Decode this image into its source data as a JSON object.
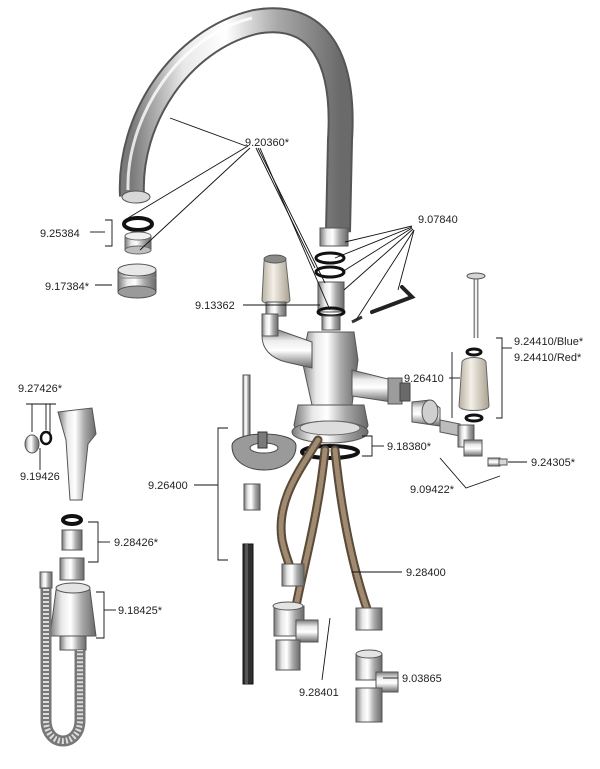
{
  "parts": {
    "spout": "9.20360*",
    "aerator_washer": "9.25384",
    "aerator_housing": "9.17384*",
    "screws": "9.07840",
    "cartridge_adapter": "9.13362",
    "handle_blue": "9.24410/Blue*",
    "handle_red": "9.24410/Red*",
    "valve_cartridge": "9.26410",
    "side_spray_head": "9.27426*",
    "side_spray_washer": "9.19426",
    "base_gasket": "9.18380*",
    "handle_screw": "9.24305*",
    "lever_assembly": "9.09422*",
    "mounting_kit": "9.26400",
    "spray_fittings": "9.28426*",
    "spray_holder": "9.18425*",
    "flex_hose": "9.28400",
    "hose_connector": "9.28401",
    "isolation_valve": "9.03865"
  },
  "colors": {
    "chrome_light": "#f4f4f4",
    "chrome_mid": "#b8b8b8",
    "chrome_dark": "#6e6e6e",
    "handle": "#e8e2d6",
    "hose": "#5a4a3a",
    "rubber": "#111111"
  }
}
